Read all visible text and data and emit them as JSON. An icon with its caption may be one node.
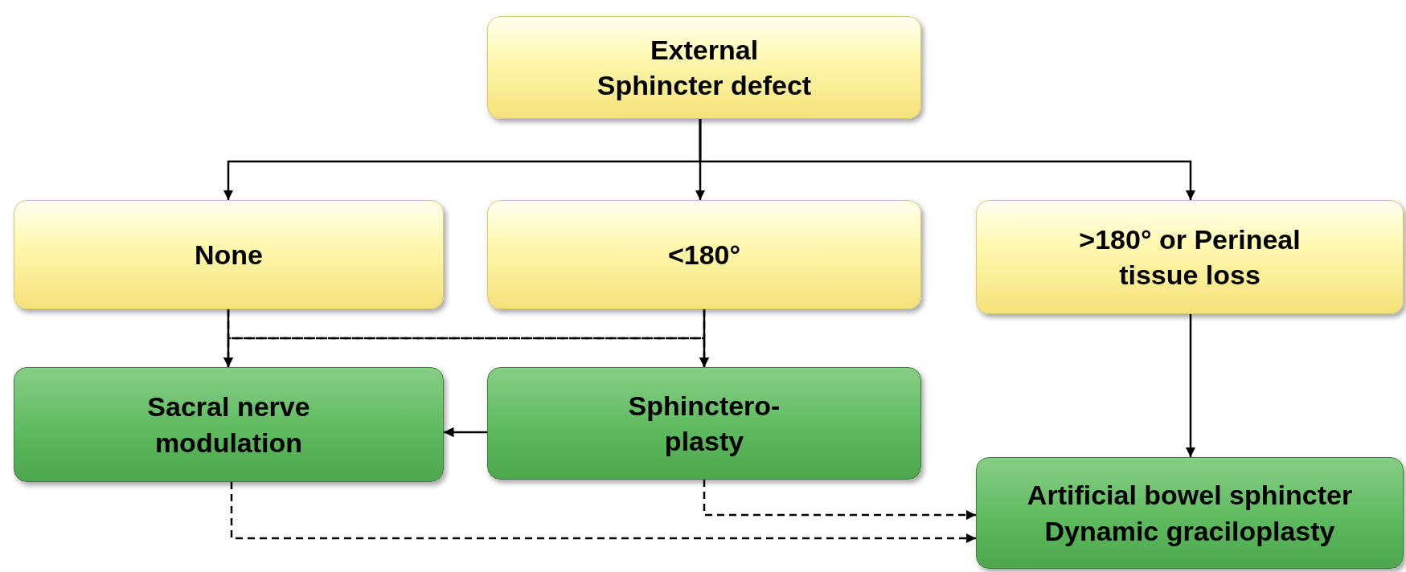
{
  "diagram": {
    "nodes": [
      {
        "text": [
          "External Sphincter defect"
        ]
      },
      {
        "text": [
          "None"
        ]
      },
      {
        "text": [
          "<180°"
        ]
      },
      {
        "text": [
          ">180° or Perineal tissue loss"
        ]
      },
      {
        "text": [
          "Sacral nerve modulation"
        ]
      },
      {
        "text": [
          "Sphinctero- plasty"
        ]
      },
      {
        "text": [
          "Artificial bowel sphincter Dynamic graciloplasty"
        ]
      }
    ],
    "edges": [
      {
        "from": 0,
        "to": 1,
        "arrow": "to"
      },
      {
        "from": 0,
        "to": 2,
        "arrow": "to"
      },
      {
        "from": 0,
        "to": 3,
        "arrow": "to"
      },
      {
        "from": 1,
        "to": 4,
        "arrow": "to"
      },
      {
        "from": 2,
        "to": 5,
        "arrow": "to"
      },
      {
        "from": 1,
        "to": 5,
        "arrow": "to",
        "style": "dashed"
      },
      {
        "from": 2,
        "to": 4,
        "arrow": "to",
        "style": "dashed"
      },
      {
        "from": 5,
        "to": 4,
        "arrow": "to"
      },
      {
        "from": 3,
        "to": 6,
        "arrow": "to"
      },
      {
        "from": 5,
        "to": 6,
        "arrow": "to",
        "style": "dashed"
      },
      {
        "from": 4,
        "to": 6,
        "arrow": "to",
        "style": "dashed"
      }
    ]
  }
}
